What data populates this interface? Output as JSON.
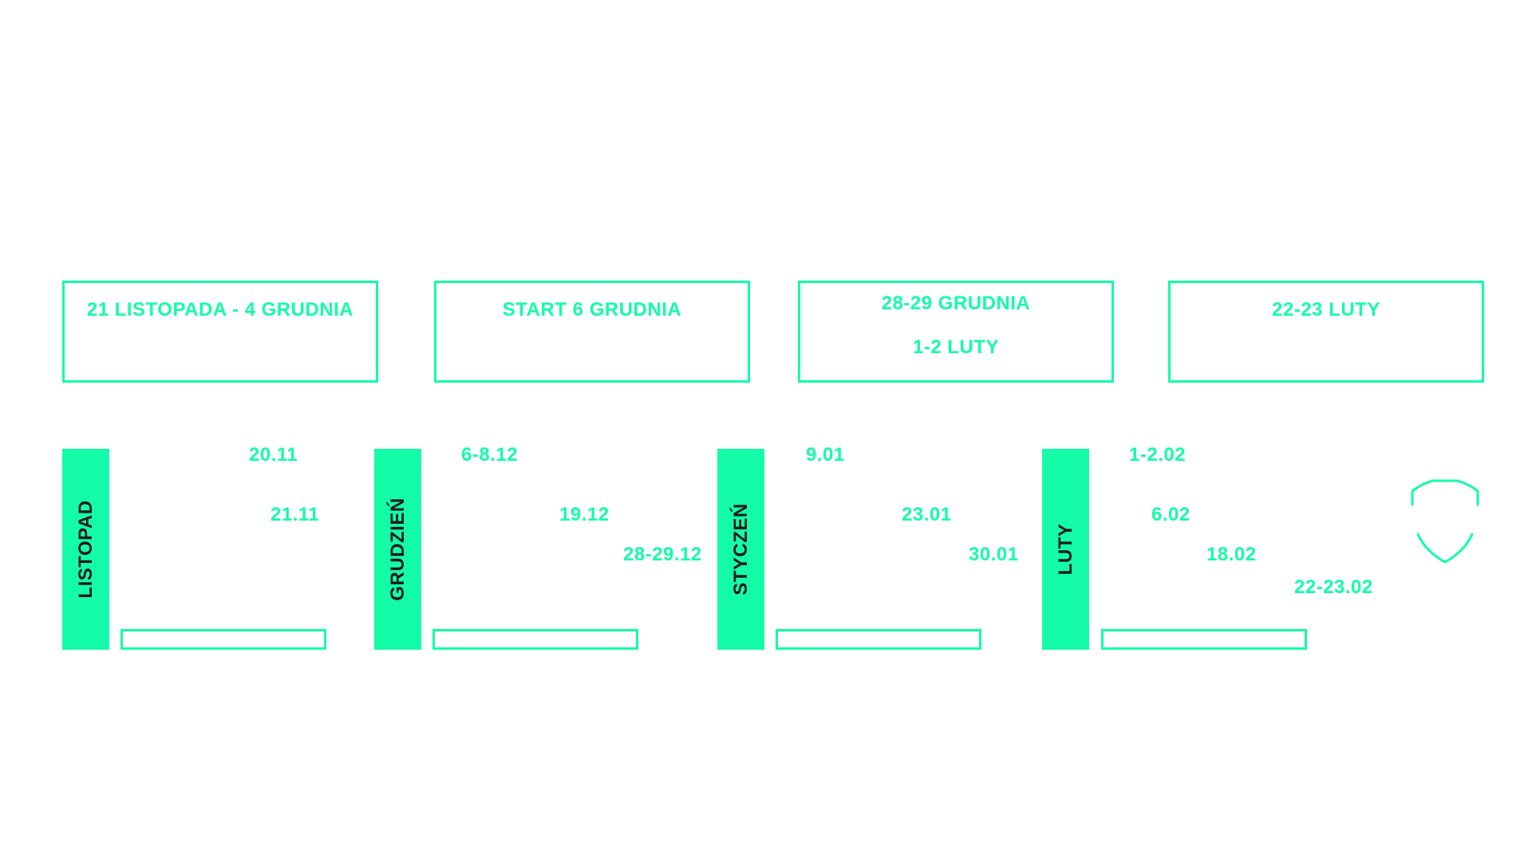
{
  "colors": {
    "accent": "#14fca8",
    "month_label_text": "#1b1b1b",
    "background": "#ffffff"
  },
  "header_boxes": [
    {
      "lines": [
        "21 LISTOPADA - 4 GRUDNIA"
      ]
    },
    {
      "lines": [
        "START 6 GRUDNIA"
      ]
    },
    {
      "lines": [
        "28-29 GRUDNIA",
        "1-2 LUTY"
      ]
    },
    {
      "lines": [
        "22-23 LUTY"
      ]
    }
  ],
  "months": [
    {
      "label": "LISTOPAD",
      "dates": [
        "20.11",
        "21.11"
      ]
    },
    {
      "label": "GRUDZIEŃ",
      "dates": [
        "6-8.12",
        "19.12",
        "28-29.12"
      ]
    },
    {
      "label": "STYCZEŃ",
      "dates": [
        "9.01",
        "23.01",
        "30.01"
      ]
    },
    {
      "label": "LUTY",
      "dates": [
        "1-2.02",
        "6.02",
        "18.02",
        "22-23.02"
      ]
    }
  ],
  "icons": {
    "final": "shield-icon"
  }
}
